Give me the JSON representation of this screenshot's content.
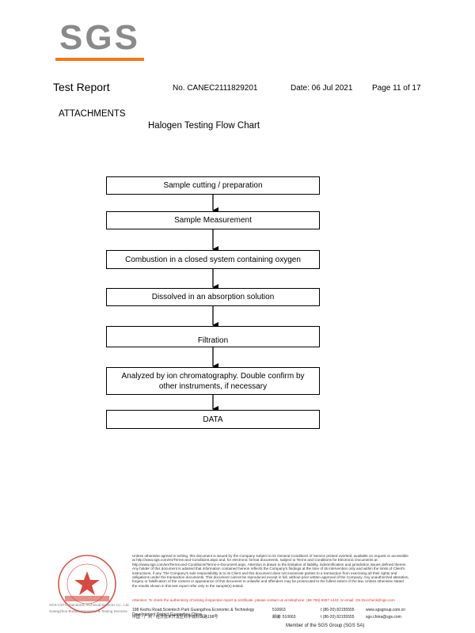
{
  "logo": {
    "text": "SGS"
  },
  "header": {
    "title": "Test Report",
    "report_no": "No. CANEC2111829201",
    "date": "Date: 06 Jul 2021",
    "page": "Page 11 of 17"
  },
  "section": "ATTACHMENTS",
  "flowchart": {
    "title": "Halogen Testing Flow Chart",
    "steps": [
      "Sample cutting / preparation",
      "Sample Measurement",
      "Combustion in a closed system containing oxygen",
      "Dissolved in an absorption solution",
      "Filtration",
      "Analyzed by ion chromatography. Double confirm by other instruments, if necessary",
      "DATA"
    ]
  },
  "footer": {
    "colors": {
      "accent": "#f07a1a",
      "stamp_red": "#d4362b",
      "logo_gray": "#8a8a8a"
    },
    "stamp_text": "SGS-CSTC Standards Technical Services Co., Ltd. Guangzhou Branch Inspection & Testing Services",
    "disclaimer": "Unless otherwise agreed in writing, this document is issued by the Company subject to its General Conditions of Service printed overleaf, available on request or accessible at http://www.sgs.com/en/Terms-and-Conditions.aspx and, for electronic format documents, subject to Terms and Conditions for Electronic Documents at http://www.sgs.com/en/Terms-and-Conditions/Terms-e-Document.aspx. Attention is drawn to the limitation of liability, indemnification and jurisdiction issues defined therein. Any holder of this document is advised that information contained hereon reflects the Company's findings at the time of its intervention only and within the limits of Client's instructions, if any. The Company's sole responsibility is to its Client and this document does not exonerate parties to a transaction from exercising all their rights and obligations under the transaction documents. This document cannot be reproduced except in full, without prior written approval of the Company. Any unauthorized alteration, forgery or falsification of the content or appearance of this document is unlawful and offenders may be prosecuted to the fullest extent of the law. Unless otherwise stated the results shown in this test report refer only to the sample(s) tested.",
    "attention": "Attention: To check the authenticity of testing /inspection report & certificate, please contact us at telephone: (86-755) 8307 1443, or email: CN.Doccheck@sgs.com",
    "address_en": "198 Kezhu Road,Scientech Park Guangzhou Economic & Technology Development District,Guangzhou,China",
    "address_cn": "中国・广州・经济技术开发区科学城科珠路198号",
    "postcode_1": "510663",
    "postcode_2": "邮编: 510663",
    "tel_1": "t (86-20) 82155555",
    "tel_2": "t (86-20) 82155555",
    "web_1": "www.sgsgroup.com.cn",
    "web_2": "sgs.china@sgs.com",
    "member": "Member of the SGS Group (SGS SA)"
  }
}
